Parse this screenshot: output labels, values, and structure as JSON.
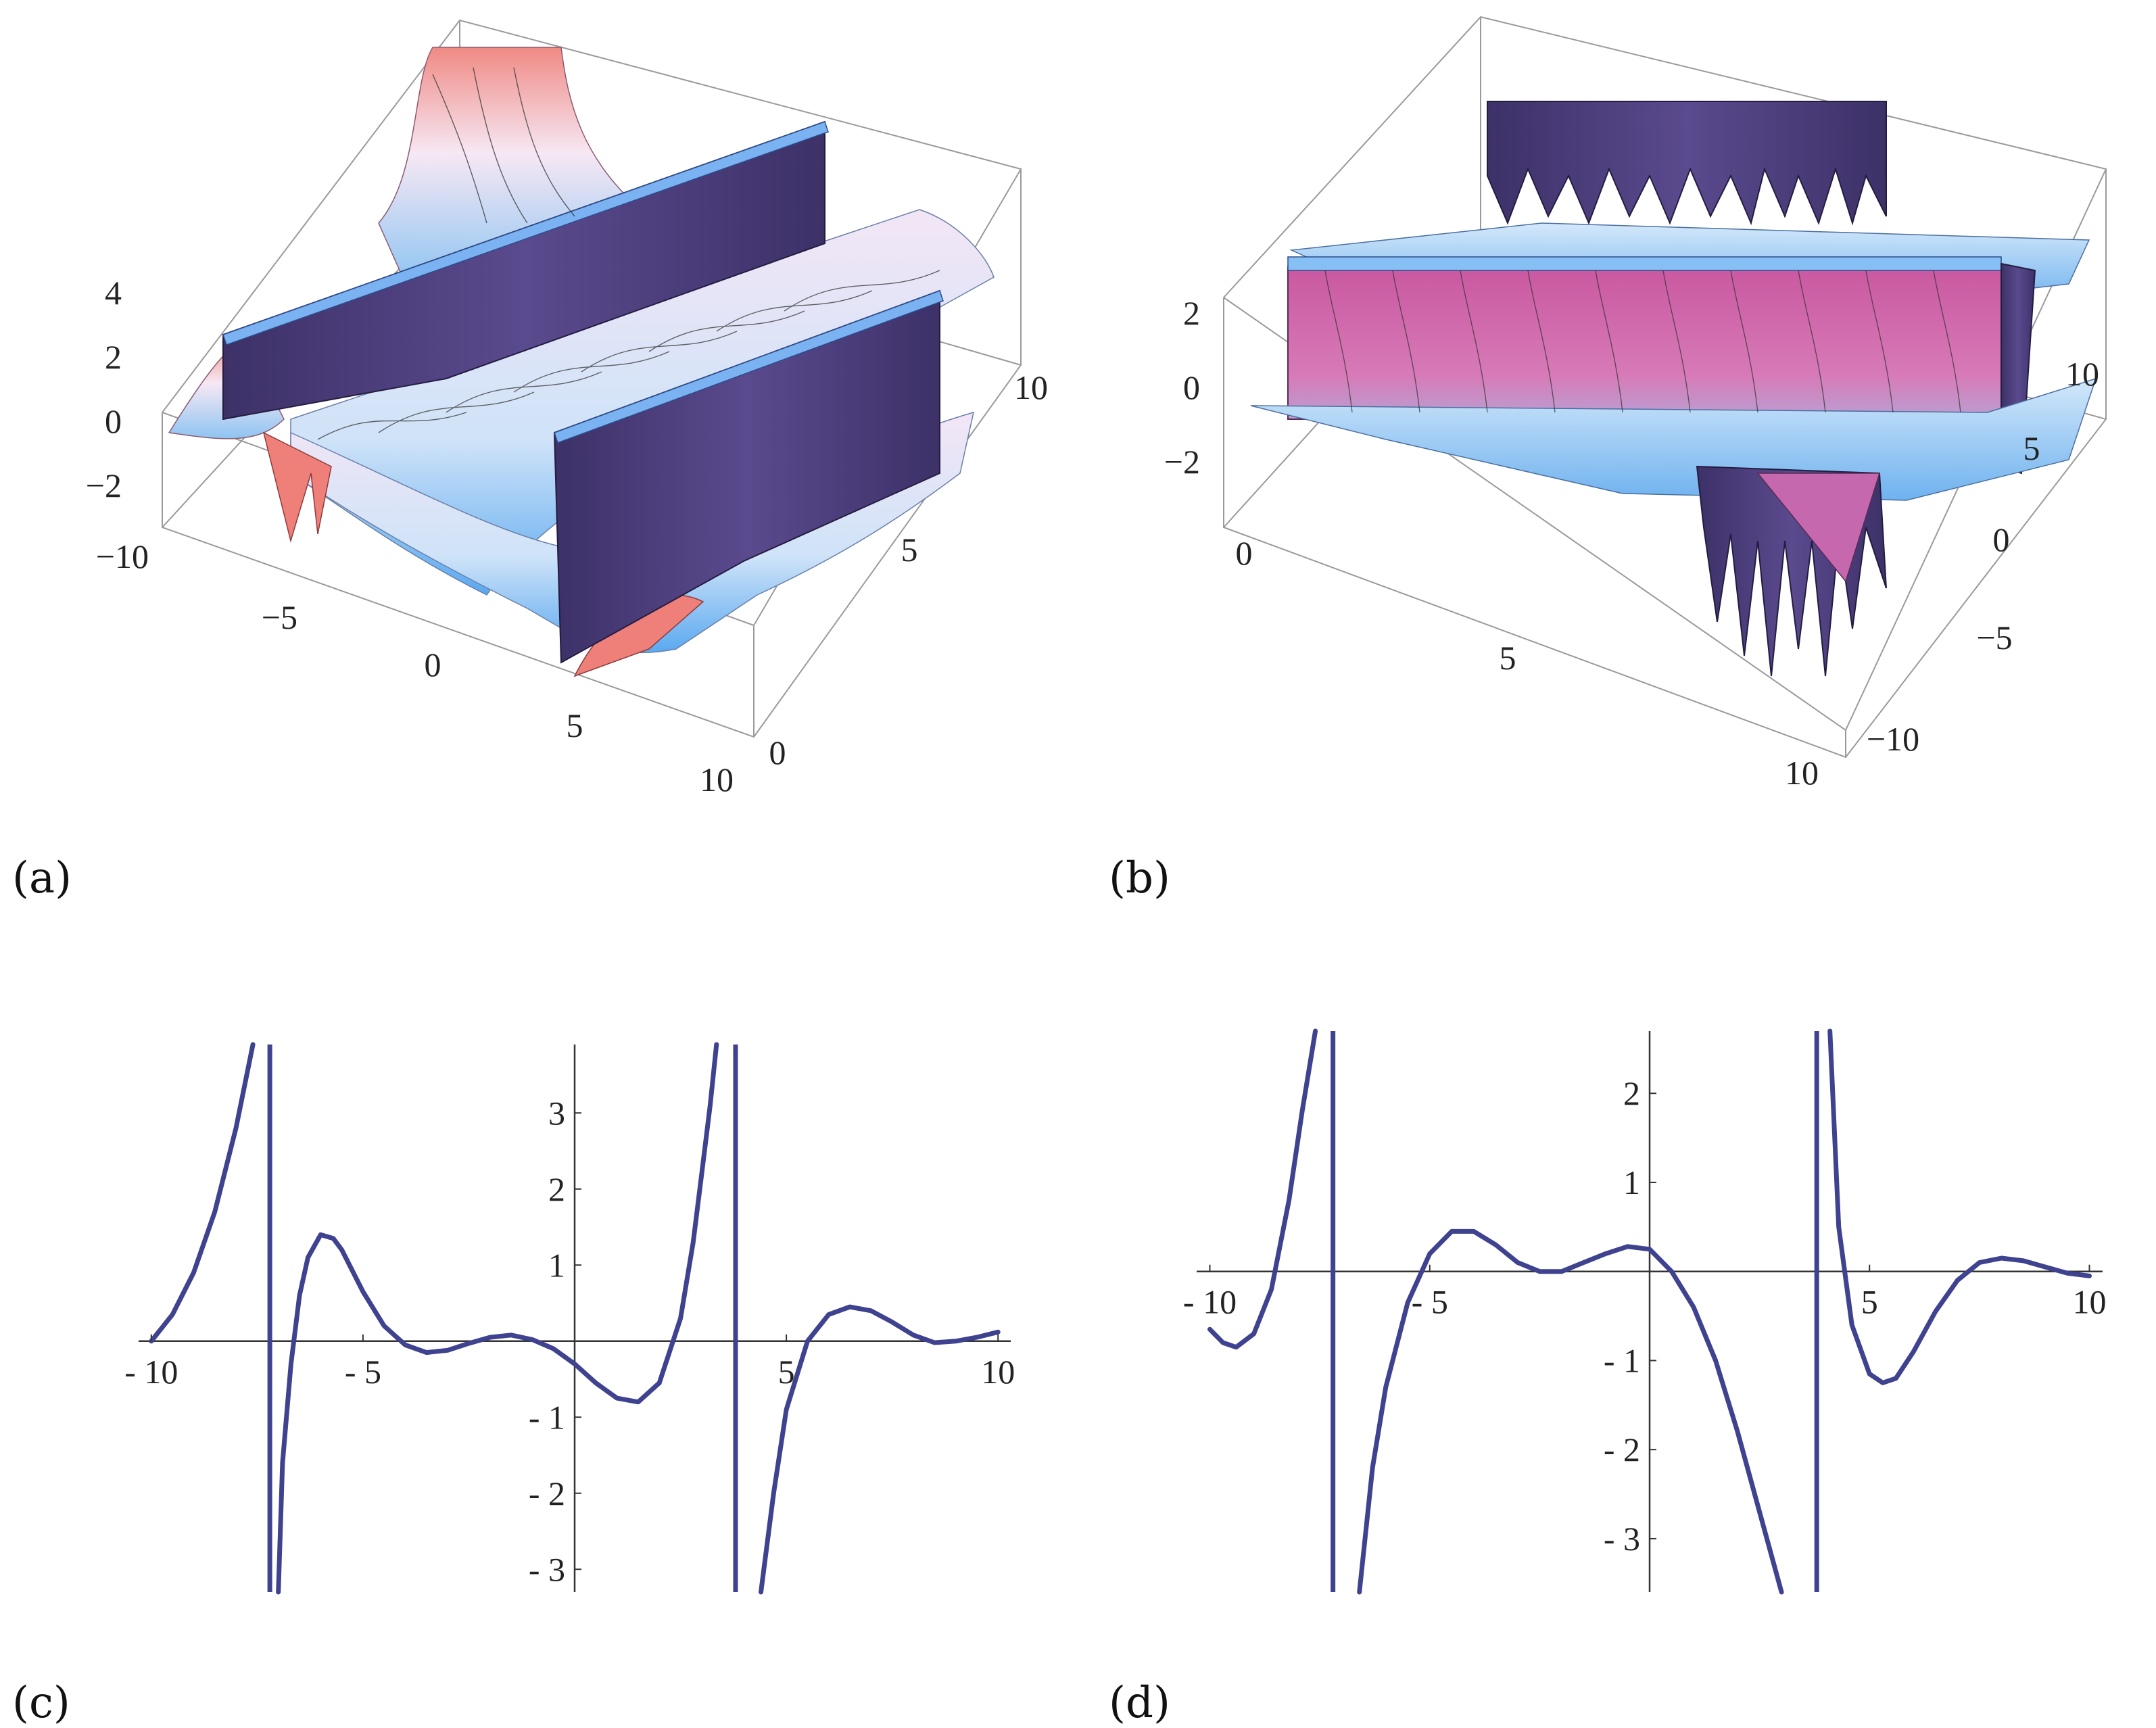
{
  "panel_labels": {
    "a": "(a)",
    "b": "(b)",
    "c": "(c)",
    "d": "(d)"
  },
  "chart_data": [
    {
      "panel": "a",
      "type": "surface",
      "title": "",
      "x_ticks": [
        "−10",
        "−5",
        "0",
        "5",
        "10"
      ],
      "y_ticks": [
        "0",
        "5",
        "10"
      ],
      "z_ticks": [
        "4",
        "2",
        "0",
        "−2"
      ],
      "colors": {
        "high": "#f08a84",
        "mid": "#f6e8f4",
        "low": "#5aa9f0",
        "walls": "#4b3d7a"
      }
    },
    {
      "panel": "b",
      "type": "surface",
      "title": "",
      "x_ticks": [
        "0",
        "5",
        "10"
      ],
      "y_ticks": [
        "−10",
        "−5",
        "0",
        "5",
        "10"
      ],
      "z_ticks": [
        "2",
        "0",
        "−2"
      ],
      "colors": {
        "high": "#c9579f",
        "mid": "#b7d9f6",
        "low": "#5aa9f0",
        "walls": "#4b3d7a"
      }
    },
    {
      "panel": "c",
      "type": "line",
      "title": "",
      "xlabel": "",
      "ylabel": "",
      "xlim": [
        -10.3,
        10.3
      ],
      "ylim": [
        -3.3,
        3.9
      ],
      "x_ticks": [
        -10,
        -5,
        5,
        10
      ],
      "y_ticks": [
        3,
        2,
        1,
        -1,
        -2,
        -3
      ],
      "x_tick_labels": [
        "- 10",
        "- 5",
        "5",
        "10"
      ],
      "y_tick_labels": [
        "3",
        "2",
        "1",
        "- 1",
        "- 2",
        "- 3"
      ],
      "asymptotes": [
        -7.2,
        3.8
      ],
      "color": "#3f428f",
      "series": [
        {
          "x": [
            -10.0,
            -9.5,
            -9.0,
            -8.5,
            -8.0,
            -7.6
          ],
          "y": [
            0.0,
            0.35,
            0.9,
            1.7,
            2.8,
            3.9
          ]
        },
        {
          "x": [
            -7.0,
            -6.9,
            -6.7,
            -6.5,
            -6.3,
            -6.0,
            -5.7,
            -5.5,
            -5.0,
            -4.5,
            -4.0,
            -3.5,
            -3.0,
            -2.5,
            -2.0,
            -1.5,
            -1.0,
            -0.5,
            0.0,
            0.5,
            1.0,
            1.5,
            2.0,
            2.5,
            2.8,
            3.0,
            3.2,
            3.35
          ],
          "y": [
            -3.3,
            -1.6,
            -0.3,
            0.6,
            1.1,
            1.4,
            1.35,
            1.2,
            0.65,
            0.2,
            -0.05,
            -0.15,
            -0.12,
            -0.03,
            0.05,
            0.08,
            0.02,
            -0.1,
            -0.3,
            -0.55,
            -0.75,
            -0.8,
            -0.55,
            0.3,
            1.3,
            2.2,
            3.1,
            3.9
          ]
        },
        {
          "x": [
            4.4,
            4.7,
            5.0,
            5.5,
            6.0,
            6.5,
            7.0,
            7.5,
            8.0,
            8.5,
            9.0,
            9.5,
            10.0
          ],
          "y": [
            -3.3,
            -2.0,
            -0.9,
            0.0,
            0.35,
            0.45,
            0.4,
            0.25,
            0.08,
            -0.02,
            0.0,
            0.05,
            0.12
          ]
        }
      ]
    },
    {
      "panel": "d",
      "type": "line",
      "title": "",
      "xlabel": "",
      "ylabel": "",
      "xlim": [
        -10.3,
        10.3
      ],
      "ylim": [
        -3.6,
        2.7
      ],
      "x_ticks": [
        -10,
        -5,
        5,
        10
      ],
      "y_ticks": [
        2,
        1,
        -1,
        -2,
        -3
      ],
      "x_tick_labels": [
        "- 10",
        "- 5",
        "5",
        "10"
      ],
      "y_tick_labels": [
        "2",
        "1",
        "- 1",
        "- 2",
        "- 3"
      ],
      "asymptotes": [
        -7.2,
        3.8
      ],
      "color": "#3f428f",
      "series": [
        {
          "x": [
            -10.0,
            -9.7,
            -9.4,
            -9.0,
            -8.6,
            -8.2,
            -7.9,
            -7.6
          ],
          "y": [
            -0.65,
            -0.8,
            -0.85,
            -0.7,
            -0.2,
            0.8,
            1.8,
            2.7
          ]
        },
        {
          "x": [
            -6.6,
            -6.3,
            -6.0,
            -5.5,
            -5.0,
            -4.5,
            -4.0,
            -3.5,
            -3.0,
            -2.5,
            -2.0,
            -1.5,
            -1.0,
            -0.5,
            0.0,
            0.5,
            1.0,
            1.5,
            2.0,
            2.5,
            3.0
          ],
          "y": [
            -3.6,
            -2.2,
            -1.3,
            -0.35,
            0.2,
            0.45,
            0.45,
            0.3,
            0.1,
            0.0,
            0.0,
            0.1,
            0.2,
            0.28,
            0.25,
            0.0,
            -0.4,
            -1.0,
            -1.8,
            -2.7,
            -3.6
          ]
        },
        {
          "x": [
            4.1,
            4.3,
            4.6,
            5.0,
            5.3,
            5.6,
            6.0,
            6.5,
            7.0,
            7.5,
            8.0,
            8.5,
            9.0,
            9.5,
            10.0
          ],
          "y": [
            2.7,
            0.5,
            -0.6,
            -1.15,
            -1.25,
            -1.2,
            -0.9,
            -0.45,
            -0.1,
            0.1,
            0.15,
            0.12,
            0.05,
            -0.02,
            -0.05
          ]
        }
      ]
    }
  ]
}
